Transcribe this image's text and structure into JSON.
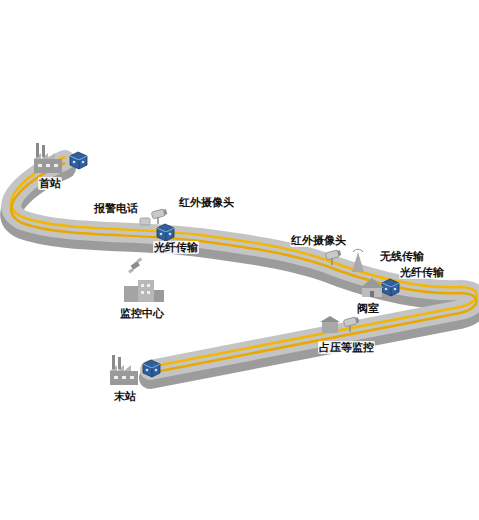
{
  "diagram": {
    "labels": [
      "首站",
      "报警电话",
      "红外摄像头",
      "光纤传输",
      "红外摄像头",
      "无线传输",
      "光纤传输",
      "阀室",
      "监控中心",
      "占压等监控",
      "末站"
    ]
  }
}
